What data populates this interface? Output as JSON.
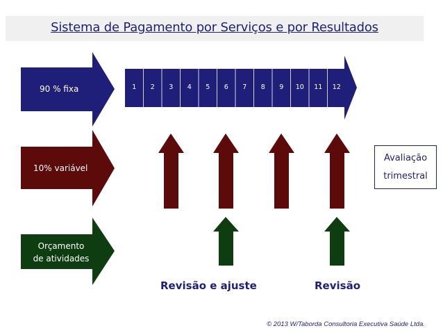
{
  "title": "Sistema de Pagamento por Serviços e por Resultados",
  "colors": {
    "navy": "#1f1f7a",
    "dark_red": "#5c0a0a",
    "dark_green": "#0f3d12",
    "title_bg": "#f0f0f0"
  },
  "rows": [
    {
      "label": "90 % fixa",
      "color": "#1f1f7a"
    },
    {
      "label": "10% variável",
      "color": "#5c0a0a"
    },
    {
      "label": "Orçamento de atividades",
      "label_line1": "Orçamento",
      "label_line2": "de atividades",
      "color": "#0f3d12"
    }
  ],
  "months": [
    "1",
    "2",
    "3",
    "4",
    "5",
    "6",
    "7",
    "8",
    "9",
    "10",
    "11",
    "12"
  ],
  "red_arrow_months": [
    "3",
    "6",
    "9",
    "12"
  ],
  "green_arrow_months": [
    "6",
    "12"
  ],
  "evaluation_box": {
    "line1": "Avaliação",
    "line2": "trimestral"
  },
  "captions": {
    "mid": "Revisão e ajuste",
    "end": "Revisão"
  },
  "copyright": "© 2013 W/Taborda Consultoria Executiva Saúde Ltda."
}
